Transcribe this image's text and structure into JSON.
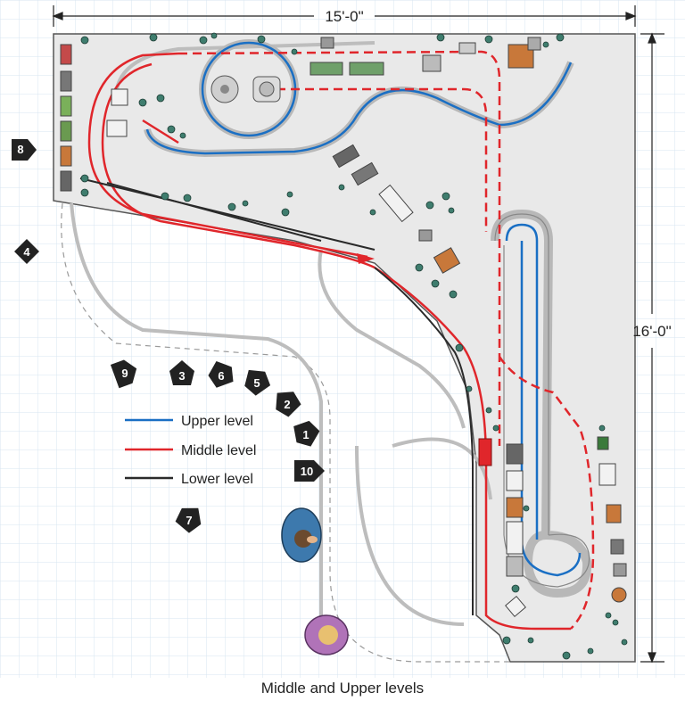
{
  "dimensions": {
    "width_label": "15'-0\"",
    "height_label": "16'-0\""
  },
  "legend": {
    "upper": {
      "label": "Upper level",
      "color": "#1a6fc4"
    },
    "middle": {
      "label": "Middle level",
      "color": "#e0262b"
    },
    "lower": {
      "label": "Lower level",
      "color": "#2a2a2a"
    }
  },
  "viewpoints": [
    "1",
    "2",
    "3",
    "4",
    "5",
    "6",
    "7",
    "8",
    "9",
    "10"
  ],
  "caption": "Middle and Upper  levels"
}
